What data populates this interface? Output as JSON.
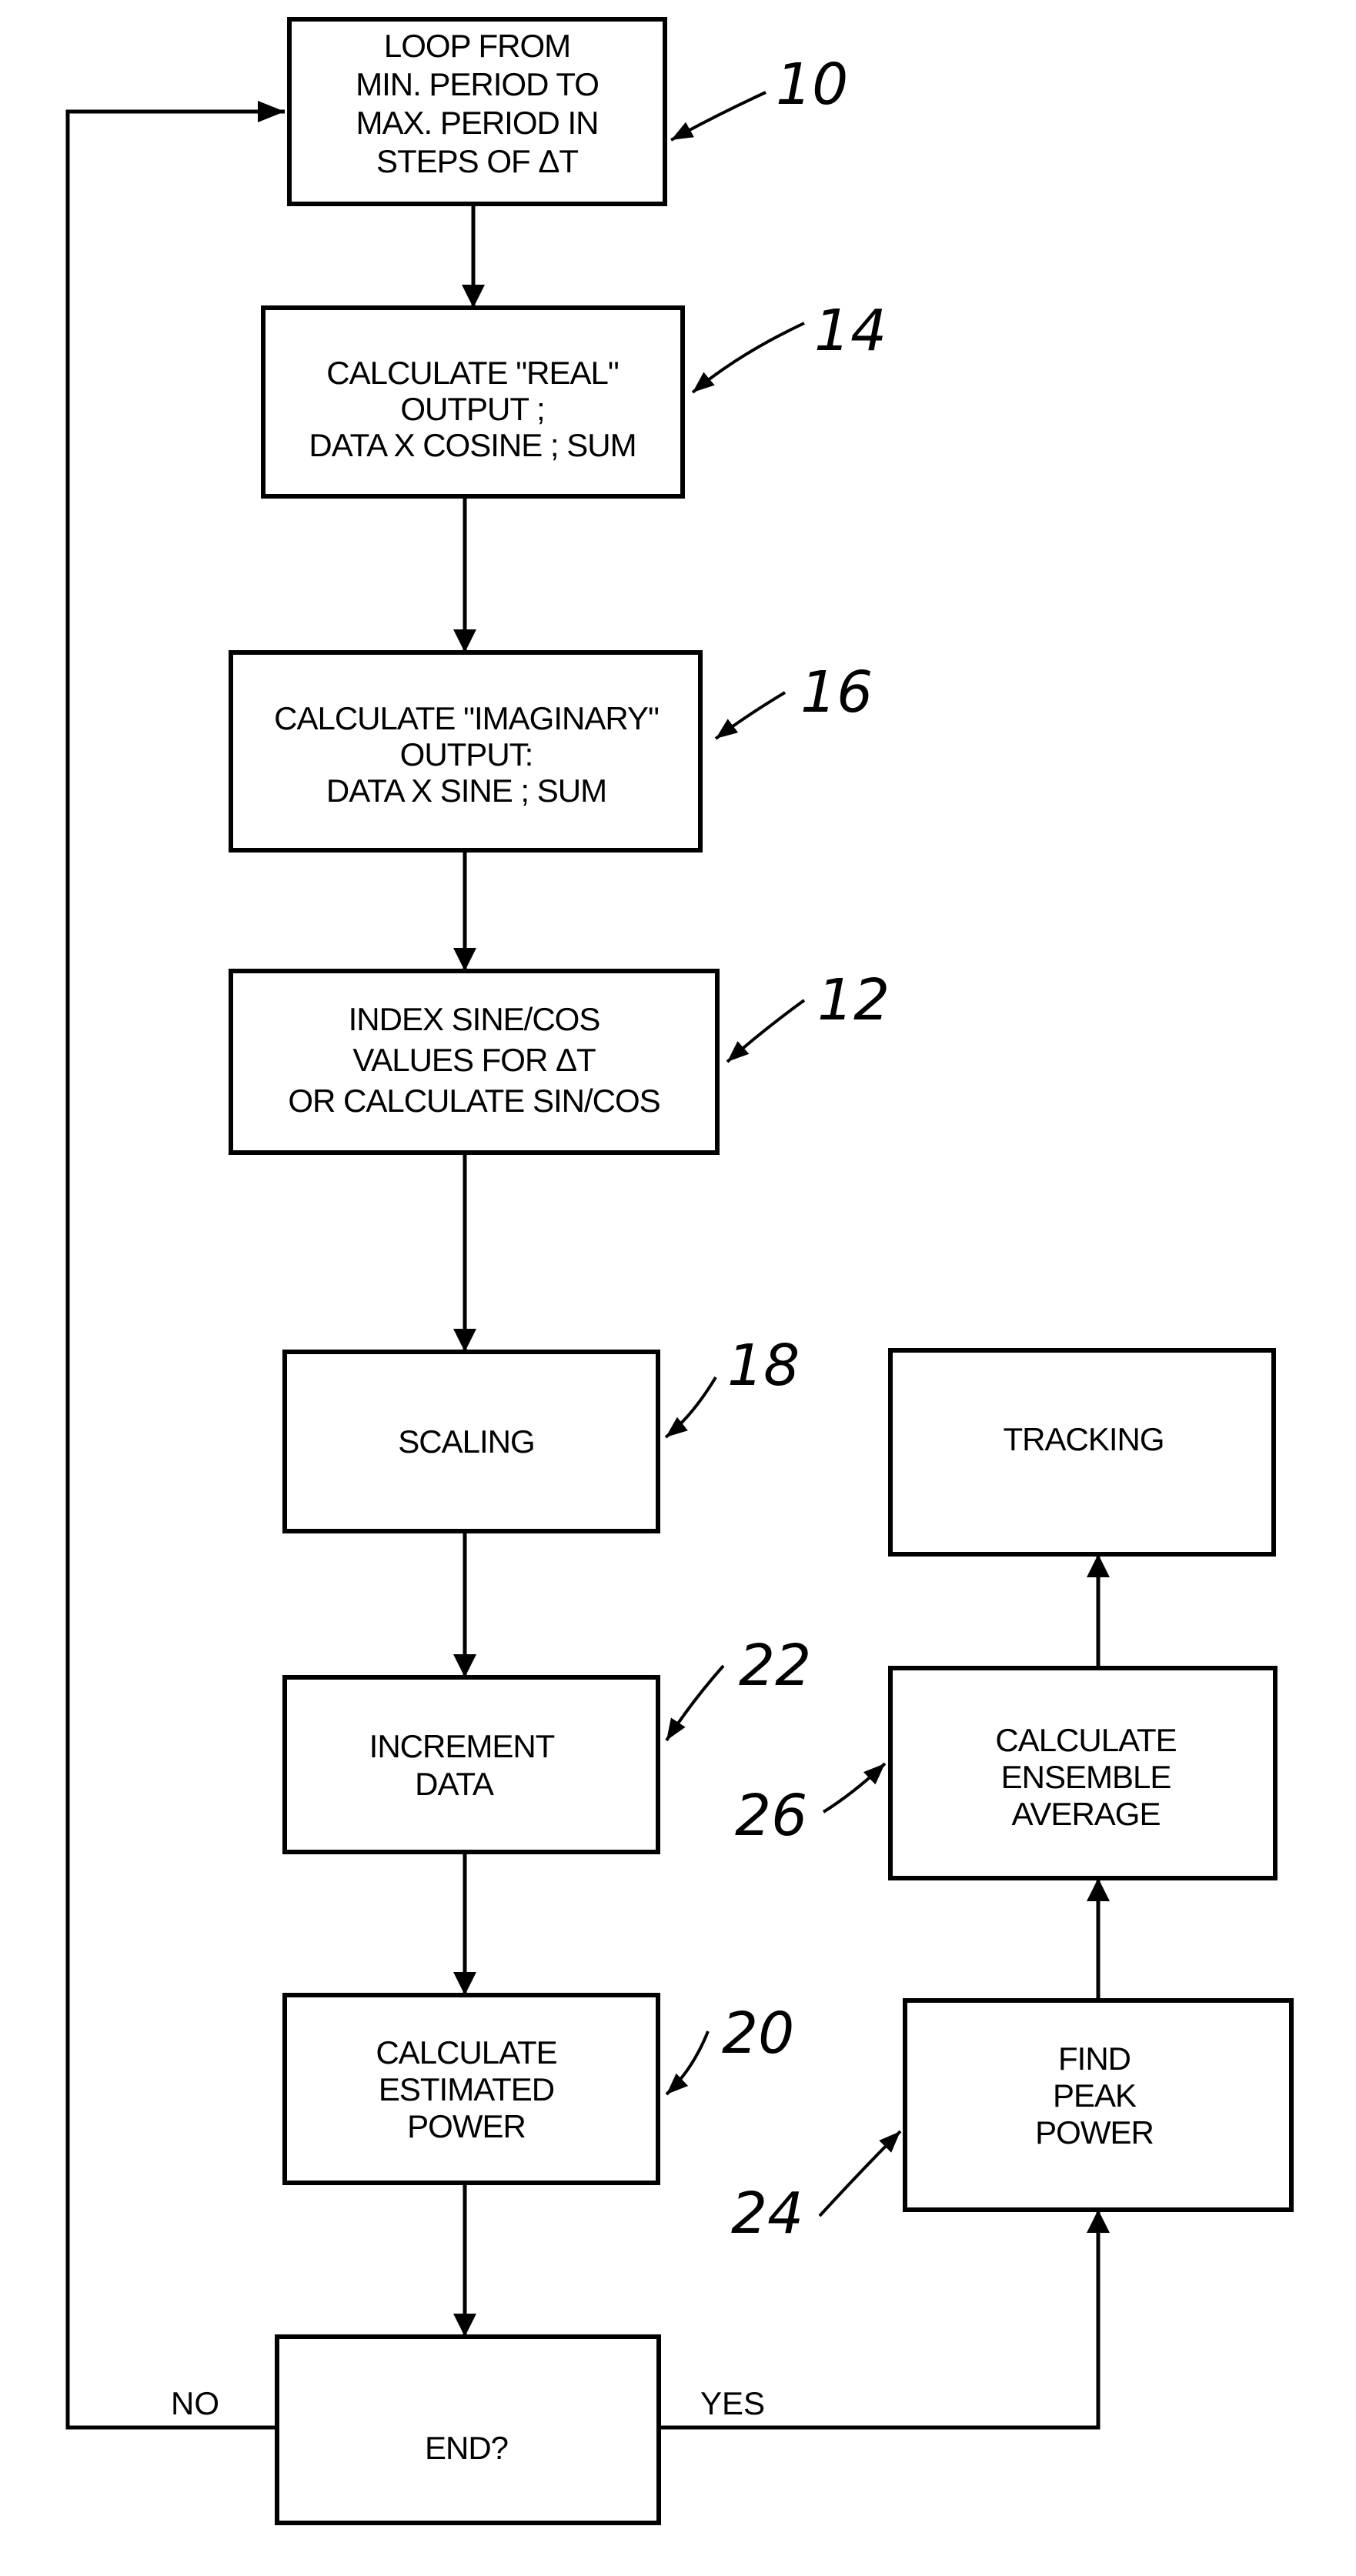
{
  "boxes": {
    "loop": {
      "ref": "10",
      "lines": [
        "LOOP FROM",
        "MIN. PERIOD TO",
        "MAX. PERIOD IN",
        "STEPS OF ΔT"
      ]
    },
    "real": {
      "ref": "14",
      "lines": [
        "CALCULATE \"REAL\"",
        "OUTPUT ;",
        "DATA X COSINE ; SUM"
      ]
    },
    "imag": {
      "ref": "16",
      "lines": [
        "CALCULATE \"IMAGINARY\"",
        "OUTPUT:",
        "DATA X SINE ; SUM"
      ]
    },
    "index": {
      "ref": "12",
      "lines": [
        "INDEX SINE/COS",
        "VALUES FOR ΔT",
        "OR CALCULATE SIN/COS"
      ]
    },
    "scaling": {
      "ref": "18",
      "lines": [
        "SCALING"
      ]
    },
    "increment": {
      "ref": "22",
      "lines": [
        "INCREMENT",
        "DATA"
      ]
    },
    "power": {
      "ref": "20",
      "lines": [
        "CALCULATE",
        "ESTIMATED",
        "POWER"
      ]
    },
    "end": {
      "lines": [
        "END?"
      ]
    },
    "peak": {
      "ref": "24",
      "lines": [
        "FIND",
        "PEAK",
        "POWER"
      ]
    },
    "ensemble": {
      "ref": "26",
      "lines": [
        "CALCULATE",
        "ENSEMBLE",
        "AVERAGE"
      ]
    },
    "tracking": {
      "lines": [
        "TRACKING"
      ]
    }
  },
  "edges": {
    "no_label": "NO",
    "yes_label": "YES"
  }
}
